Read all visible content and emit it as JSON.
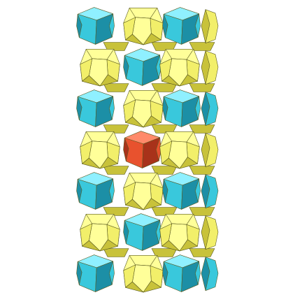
{
  "image": {
    "subject": "stacked-polyhedra-crystal-structure",
    "colors": {
      "background": "#ffffff",
      "yellow_light": "#ffff99",
      "yellow_mid": "#f2ef6a",
      "yellow_dark": "#c8c23a",
      "cyan_light": "#8ff0ff",
      "cyan_mid": "#39c8dc",
      "cyan_dark": "#1c8fa6",
      "red_light": "#ff8a6a",
      "red_mid": "#e8522e",
      "red_dark": "#a8321a",
      "edge": "#5a5a20"
    },
    "rows": [
      [
        "cyan",
        "yellow",
        "cyan",
        "yellow"
      ],
      [
        "yellow",
        "cyan",
        "yellow",
        "yellow"
      ],
      [
        "cyan",
        "yellow",
        "cyan",
        "cyan"
      ],
      [
        "yellow",
        "red",
        "yellow",
        "yellow"
      ],
      [
        "cyan",
        "yellow",
        "cyan",
        "cyan"
      ],
      [
        "yellow",
        "cyan",
        "yellow",
        "yellow"
      ],
      [
        "cyan",
        "yellow",
        "cyan",
        "cyan"
      ]
    ]
  }
}
